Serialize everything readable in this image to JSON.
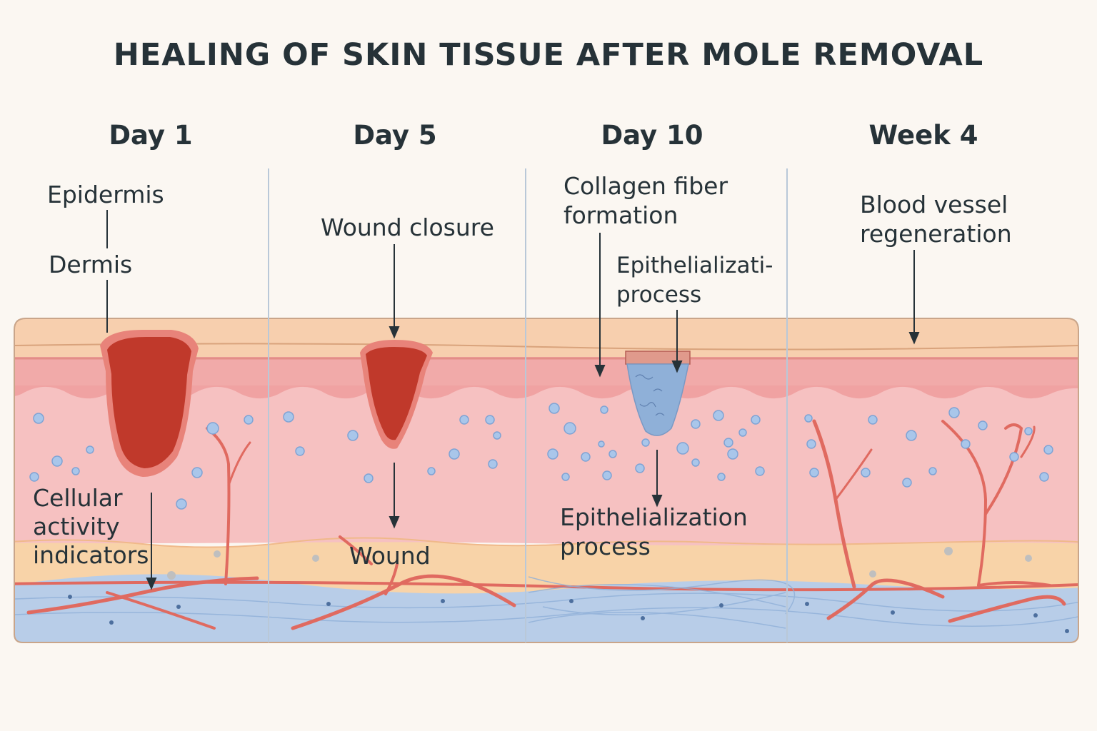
{
  "title": "HEALING OF SKIN TISSUE AFTER MOLE REMOVAL",
  "stages": [
    {
      "label": "Day 1"
    },
    {
      "label": "Day 5"
    },
    {
      "label": "Day 10"
    },
    {
      "label": "Week 4"
    }
  ],
  "labels": {
    "epidermis": "Epidermis",
    "dermis": "Dermis",
    "cellular_activity": "Cellular\nactivity\nindicators",
    "wound_closure": "Wound closure",
    "wound": "Wound",
    "collagen": "Collagen fiber\nformation",
    "epithelialization_top": "Epithelializati-\nprocess",
    "epithelialization_bottom": "Epithelialization\nprocess",
    "blood_vessel": "Blood vessel\nregeneration"
  },
  "colors": {
    "background": "#fbf7f2",
    "epidermis": "#f7cfae",
    "dermis_upper": "#ef9c9c",
    "dermis": "#f6c1c1",
    "fat": "#f8d3a8",
    "fascia": "#b8cde8",
    "wound": "#c0392b",
    "vessel": "#e06a60",
    "cell": "#a9c6ea",
    "divider": "#b9c8d8",
    "text": "#263238"
  }
}
